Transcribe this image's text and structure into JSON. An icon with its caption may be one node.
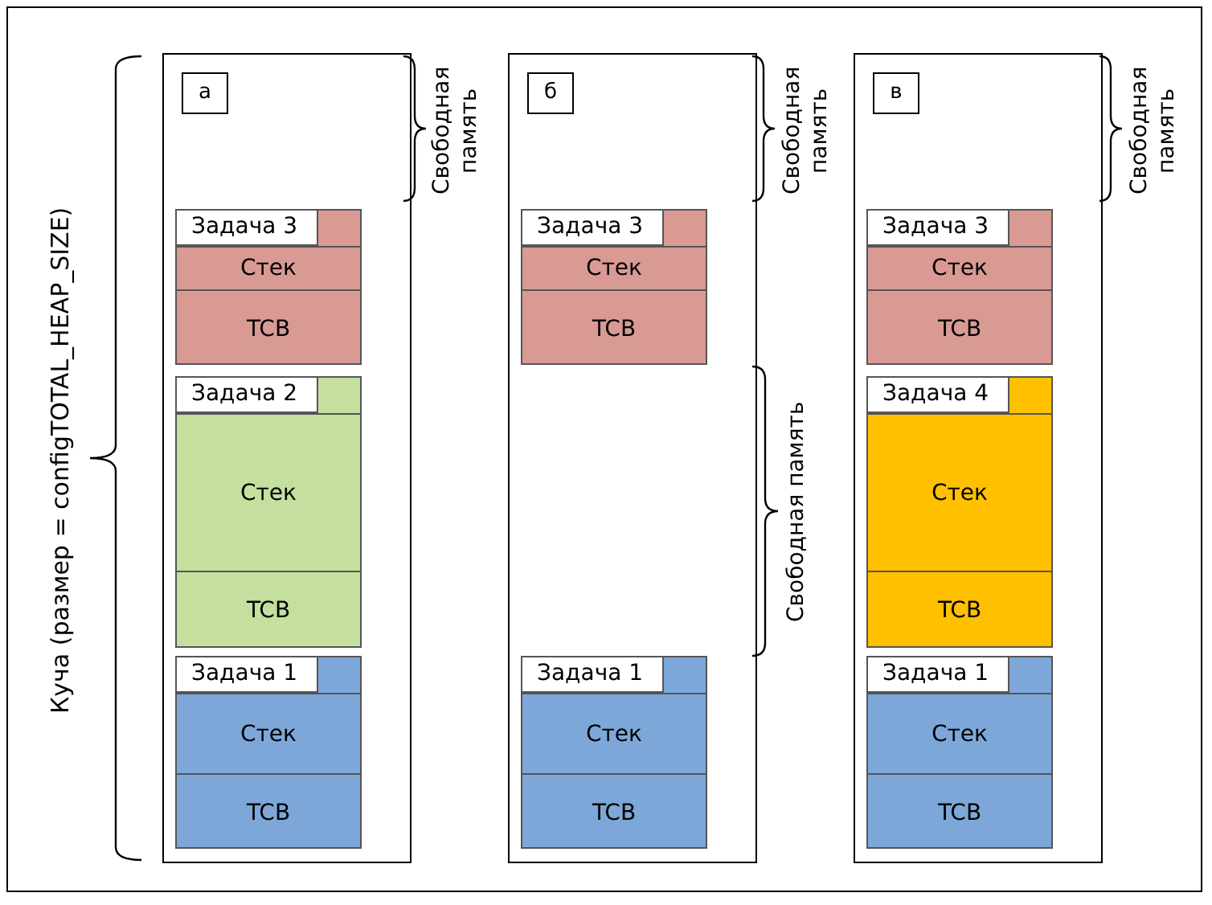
{
  "diagram": {
    "nodes": [
      {
        "text": [
          "а"
        ]
      },
      {
        "text": [
          "Задача 3"
        ],
        "in": 0
      },
      {
        "text": [
          "Стек"
        ],
        "in": 1
      },
      {
        "text": [
          "TCB"
        ],
        "in": 1
      },
      {
        "text": [
          "Задача 2"
        ],
        "in": 0
      },
      {
        "text": [
          "Стек"
        ],
        "in": 4
      },
      {
        "text": [
          "TCB"
        ],
        "in": 4
      },
      {
        "text": [
          "Задача 1"
        ],
        "in": 0
      },
      {
        "text": [
          "Стек"
        ],
        "in": 7
      },
      {
        "text": [
          "TCB"
        ],
        "in": 7
      },
      {
        "text": [
          "б"
        ]
      },
      {
        "text": [
          "Задача 3"
        ],
        "in": 10
      },
      {
        "text": [
          "Стек"
        ],
        "in": 11
      },
      {
        "text": [
          "TCB"
        ],
        "in": 11
      },
      {
        "text": [
          "Задача 1"
        ],
        "in": 10
      },
      {
        "text": [
          "Стек"
        ],
        "in": 14
      },
      {
        "text": [
          "TCB"
        ],
        "in": 14
      },
      {
        "text": [
          "в"
        ]
      },
      {
        "text": [
          "Задача 3"
        ],
        "in": 17
      },
      {
        "text": [
          "Стек"
        ],
        "in": 18
      },
      {
        "text": [
          "TCB"
        ],
        "in": 18
      },
      {
        "text": [
          "Задача 4"
        ],
        "in": 17
      },
      {
        "text": [
          "Стек"
        ],
        "in": 21
      },
      {
        "text": [
          "TCB"
        ],
        "in": 21
      },
      {
        "text": [
          "Задача 1"
        ],
        "in": 17
      },
      {
        "text": [
          "Стек"
        ],
        "in": 24
      },
      {
        "text": [
          "TCB"
        ],
        "in": 24
      }
    ],
    "labels": [
      "Куча (размер = configTOTAL_HEAP_SIZE)",
      "Свободная память",
      "Свободная память",
      "Свободная память",
      "Свободная память"
    ]
  }
}
